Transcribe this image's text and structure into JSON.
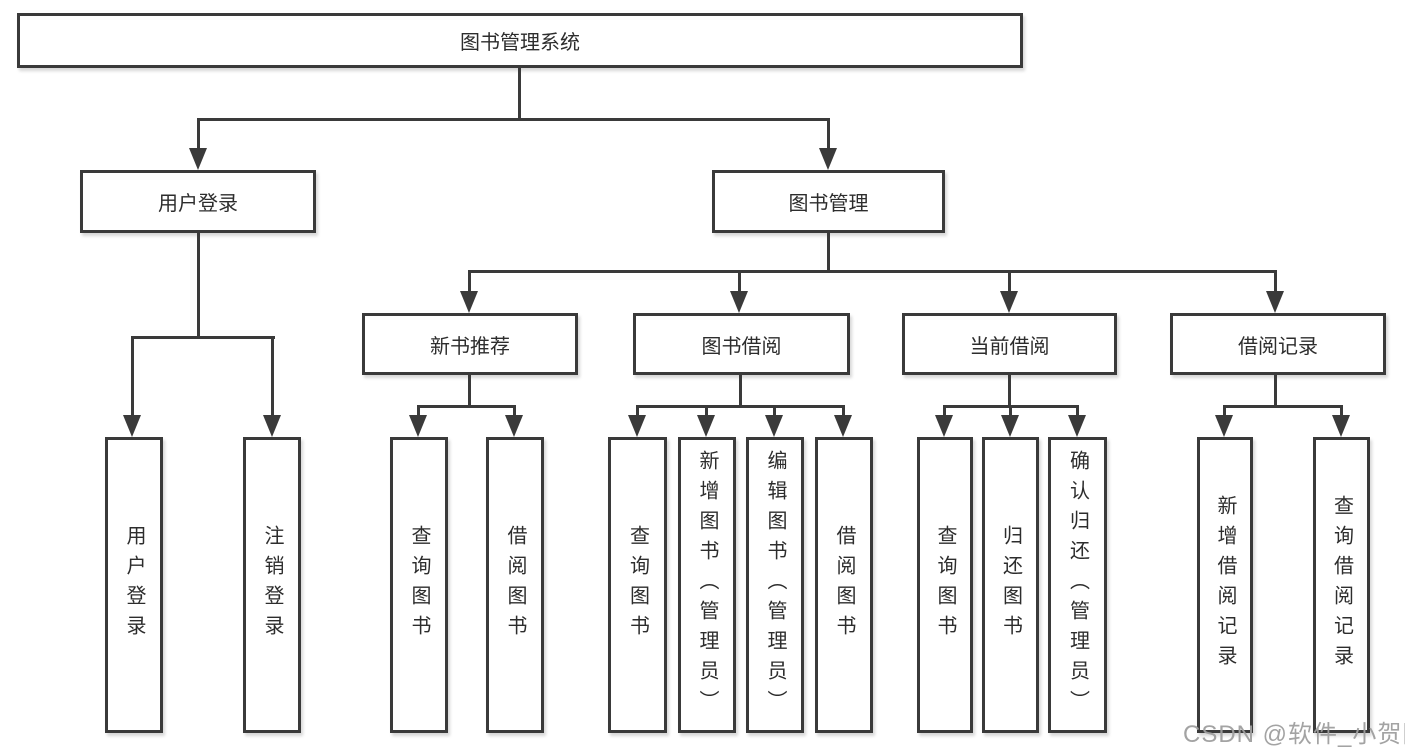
{
  "diagram": {
    "title": "图书管理系统",
    "root": {
      "label": "图书管理系统"
    },
    "branches": [
      {
        "label": "用户登录"
      },
      {
        "label": "图书管理"
      }
    ],
    "modules": [
      {
        "label": "新书推荐"
      },
      {
        "label": "图书借阅"
      },
      {
        "label": "当前借阅"
      },
      {
        "label": "借阅记录"
      }
    ],
    "leaves": {
      "user_login": [
        "用户登录",
        "注销登录"
      ],
      "new_books": [
        "查询图书",
        "借阅图书"
      ],
      "book_borrow": [
        "查询图书",
        "新增图书（管理员）",
        "编辑图书（管理员）",
        "借阅图书"
      ],
      "current_borrow": [
        "查询图书",
        "归还图书",
        "确认归还（管理员）"
      ],
      "borrow_records": [
        "新增借阅记录",
        "查询借阅记录"
      ]
    }
  },
  "watermark": {
    "text": "CSDN @软件_小贺同学"
  },
  "colors": {
    "line": "#3a3a3a",
    "text": "#2d2d2d",
    "watermark": "#9e9e9e",
    "background": "#ffffff"
  }
}
